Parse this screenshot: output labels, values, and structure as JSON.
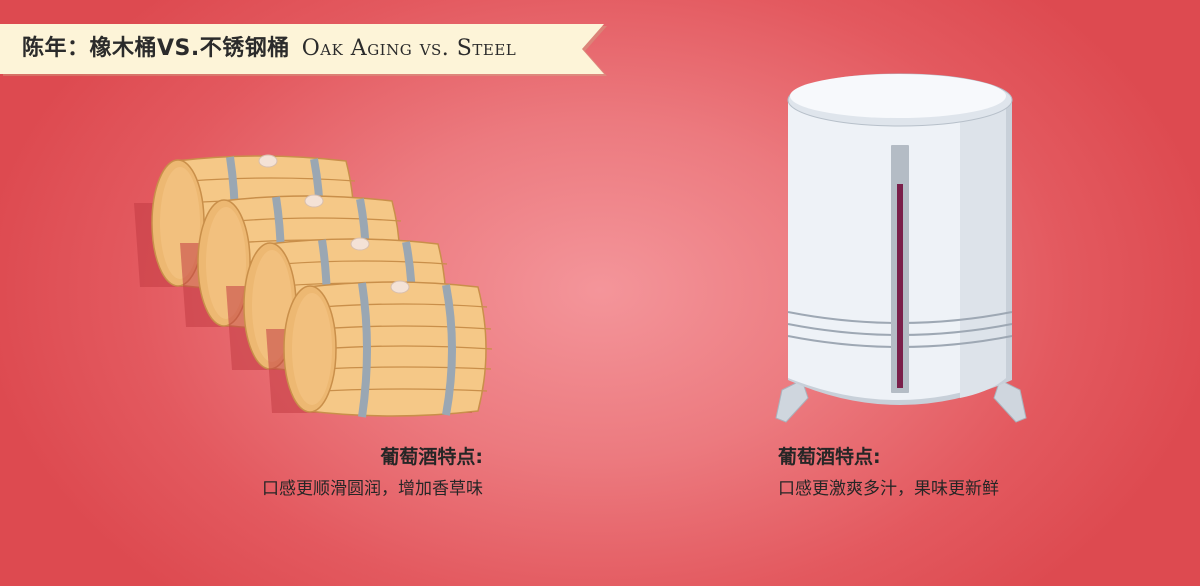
{
  "header": {
    "title_zh": "陈年：橡木桶VS.不锈钢桶",
    "title_en": "Oak Aging vs. Steel"
  },
  "oak": {
    "icon": "oak-barrel-stack-illustration",
    "heading": "葡萄酒特点:",
    "description": "口感更顺滑圆润，增加香草味"
  },
  "steel": {
    "icon": "stainless-steel-tank-illustration",
    "heading": "葡萄酒特点:",
    "description": "口感更激爽多汁，果味更新鲜",
    "level_gauge_fill": 0.85
  },
  "colors": {
    "background": "#e3595f",
    "ribbon": "#fdf4d8",
    "barrel_wood": "#f5c887",
    "barrel_band": "#9aa7b3",
    "tank_body": "#eef2f7",
    "wine": "#7a1f4a"
  }
}
